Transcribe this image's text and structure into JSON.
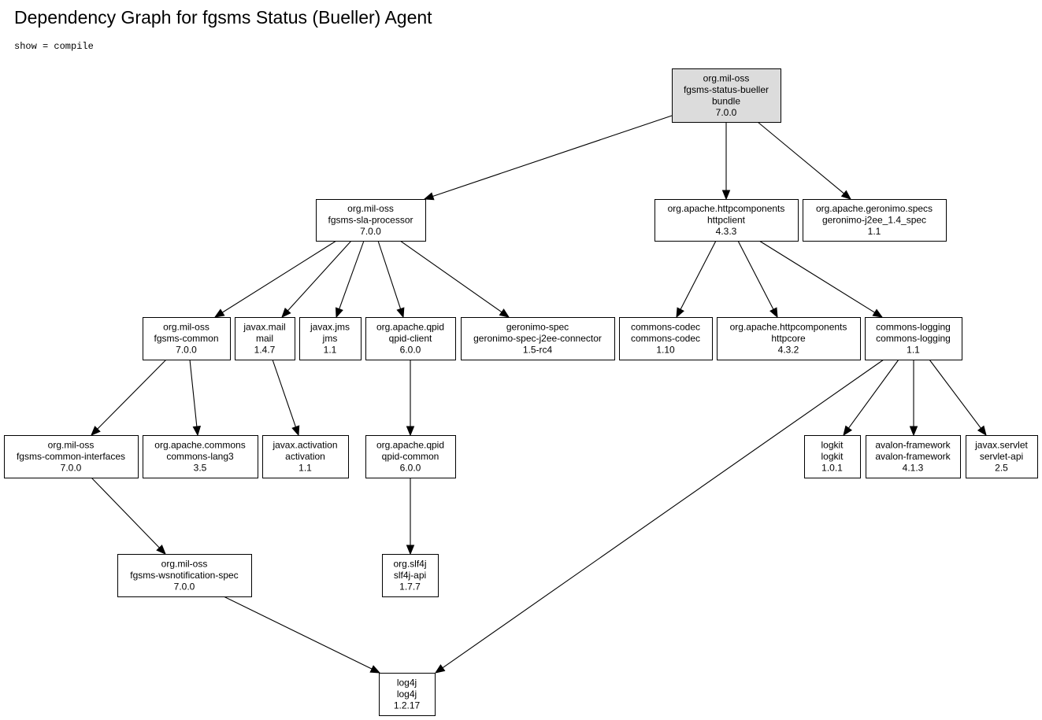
{
  "page": {
    "title": "Dependency Graph for fgsms Status (Bueller) Agent",
    "subtitle": "show = compile"
  },
  "colors": {
    "root_fill": "#dcdcdc",
    "node_fill": "#ffffff",
    "stroke": "#000000"
  },
  "graph": {
    "nodes": [
      {
        "id": "fgsms-status-bueller",
        "lines": [
          "org.mil-oss",
          "fgsms-status-bueller",
          "bundle",
          "7.0.0"
        ],
        "root": true
      },
      {
        "id": "fgsms-sla-processor",
        "lines": [
          "org.mil-oss",
          "fgsms-sla-processor",
          "7.0.0"
        ]
      },
      {
        "id": "httpclient",
        "lines": [
          "org.apache.httpcomponents",
          "httpclient",
          "4.3.3"
        ]
      },
      {
        "id": "geronimo-j2ee",
        "lines": [
          "org.apache.geronimo.specs",
          "geronimo-j2ee_1.4_spec",
          "1.1"
        ]
      },
      {
        "id": "fgsms-common",
        "lines": [
          "org.mil-oss",
          "fgsms-common",
          "7.0.0"
        ]
      },
      {
        "id": "mail",
        "lines": [
          "javax.mail",
          "mail",
          "1.4.7"
        ]
      },
      {
        "id": "jms",
        "lines": [
          "javax.jms",
          "jms",
          "1.1"
        ]
      },
      {
        "id": "qpid-client",
        "lines": [
          "org.apache.qpid",
          "qpid-client",
          "6.0.0"
        ]
      },
      {
        "id": "geronimo-connector",
        "lines": [
          "geronimo-spec",
          "geronimo-spec-j2ee-connector",
          "1.5-rc4"
        ]
      },
      {
        "id": "commons-codec",
        "lines": [
          "commons-codec",
          "commons-codec",
          "1.10"
        ]
      },
      {
        "id": "httpcore",
        "lines": [
          "org.apache.httpcomponents",
          "httpcore",
          "4.3.2"
        ]
      },
      {
        "id": "commons-logging",
        "lines": [
          "commons-logging",
          "commons-logging",
          "1.1"
        ]
      },
      {
        "id": "fgsms-common-interfaces",
        "lines": [
          "org.mil-oss",
          "fgsms-common-interfaces",
          "7.0.0"
        ]
      },
      {
        "id": "commons-lang3",
        "lines": [
          "org.apache.commons",
          "commons-lang3",
          "3.5"
        ]
      },
      {
        "id": "activation",
        "lines": [
          "javax.activation",
          "activation",
          "1.1"
        ]
      },
      {
        "id": "qpid-common",
        "lines": [
          "org.apache.qpid",
          "qpid-common",
          "6.0.0"
        ]
      },
      {
        "id": "logkit",
        "lines": [
          "logkit",
          "logkit",
          "1.0.1"
        ]
      },
      {
        "id": "avalon-framework",
        "lines": [
          "avalon-framework",
          "avalon-framework",
          "4.1.3"
        ]
      },
      {
        "id": "servlet-api",
        "lines": [
          "javax.servlet",
          "servlet-api",
          "2.5"
        ]
      },
      {
        "id": "fgsms-wsnotification-spec",
        "lines": [
          "org.mil-oss",
          "fgsms-wsnotification-spec",
          "7.0.0"
        ]
      },
      {
        "id": "slf4j-api",
        "lines": [
          "org.slf4j",
          "slf4j-api",
          "1.7.7"
        ]
      },
      {
        "id": "log4j",
        "lines": [
          "log4j",
          "log4j",
          "1.2.17"
        ]
      }
    ],
    "edges": [
      {
        "from": "fgsms-status-bueller",
        "to": "fgsms-sla-processor"
      },
      {
        "from": "fgsms-status-bueller",
        "to": "httpclient"
      },
      {
        "from": "fgsms-status-bueller",
        "to": "geronimo-j2ee"
      },
      {
        "from": "fgsms-sla-processor",
        "to": "fgsms-common"
      },
      {
        "from": "fgsms-sla-processor",
        "to": "mail"
      },
      {
        "from": "fgsms-sla-processor",
        "to": "jms"
      },
      {
        "from": "fgsms-sla-processor",
        "to": "qpid-client"
      },
      {
        "from": "fgsms-sla-processor",
        "to": "geronimo-connector"
      },
      {
        "from": "httpclient",
        "to": "commons-codec"
      },
      {
        "from": "httpclient",
        "to": "httpcore"
      },
      {
        "from": "httpclient",
        "to": "commons-logging"
      },
      {
        "from": "fgsms-common",
        "to": "fgsms-common-interfaces"
      },
      {
        "from": "fgsms-common",
        "to": "commons-lang3"
      },
      {
        "from": "mail",
        "to": "activation"
      },
      {
        "from": "qpid-client",
        "to": "qpid-common"
      },
      {
        "from": "commons-logging",
        "to": "log4j"
      },
      {
        "from": "commons-logging",
        "to": "logkit"
      },
      {
        "from": "commons-logging",
        "to": "avalon-framework"
      },
      {
        "from": "commons-logging",
        "to": "servlet-api"
      },
      {
        "from": "fgsms-common-interfaces",
        "to": "fgsms-wsnotification-spec"
      },
      {
        "from": "qpid-common",
        "to": "slf4j-api"
      },
      {
        "from": "fgsms-wsnotification-spec",
        "to": "log4j"
      }
    ]
  }
}
